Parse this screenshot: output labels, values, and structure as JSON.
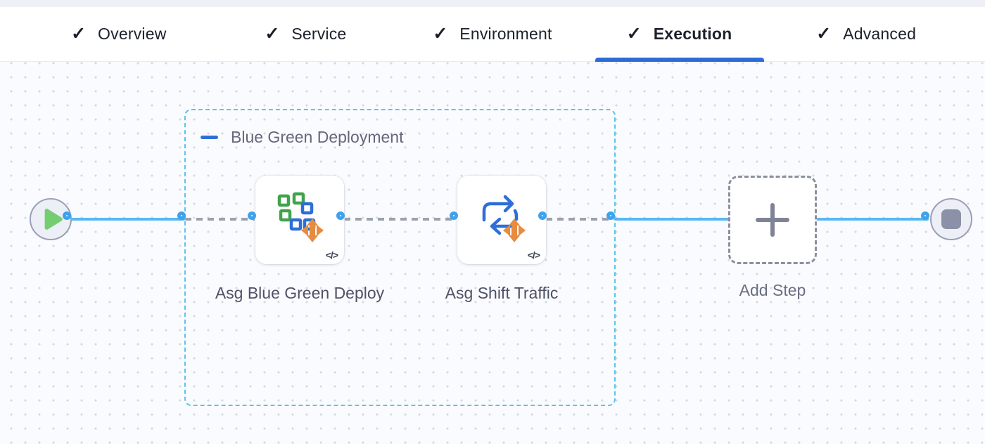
{
  "tab_bar": {
    "check_icon": "✓",
    "tabs": [
      {
        "label": "Overview",
        "checked": true,
        "active": false
      },
      {
        "label": "Service",
        "checked": true,
        "active": false
      },
      {
        "label": "Environment",
        "checked": true,
        "active": false
      },
      {
        "label": "Execution",
        "checked": true,
        "active": true
      },
      {
        "label": "Advanced",
        "checked": true,
        "active": false
      }
    ]
  },
  "pipeline": {
    "step_group": {
      "label": "Blue Green Deployment"
    },
    "steps": [
      {
        "label": "Asg Blue Green Deploy",
        "icon": "asg-blue-green-icon",
        "code_badge": "</>"
      },
      {
        "label": "Asg Shift Traffic",
        "icon": "asg-shift-traffic-icon",
        "code_badge": "</>"
      }
    ],
    "add_step": {
      "label": "Add Step"
    }
  },
  "colors": {
    "active_tab_underline": "#2e6bd8",
    "connector_blue": "#5ab7f0",
    "port_ring_blue": "#3ea2ec",
    "dashed_connector_gray": "#9ca1ad",
    "group_border_cyan": "#58c6ec",
    "play_green": "#74ce71",
    "stop_gray": "#8c91a7",
    "move_arrows_orange": "#e78b3f",
    "canvas_background": "#fafbfe"
  }
}
